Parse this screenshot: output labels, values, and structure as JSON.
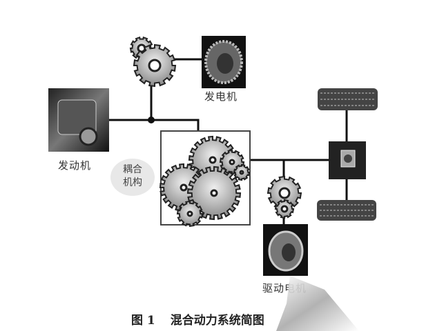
{
  "labels": {
    "engine": "发动机",
    "generator": "发电机",
    "coupling": [
      "耦合",
      "机构"
    ],
    "drive_motor": "驱动电机"
  },
  "caption": {
    "number": "图 1",
    "title": "混合动力系统简图"
  }
}
